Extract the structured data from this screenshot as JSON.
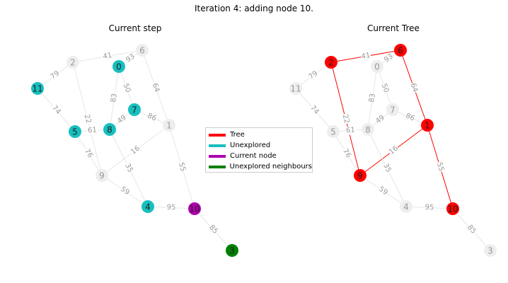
{
  "title": "Iteration 4: adding node 10.",
  "panels": [
    {
      "title": "Current step"
    },
    {
      "title": "Current Tree"
    }
  ],
  "legend": [
    {
      "label": "Tree",
      "color": "#ff0000"
    },
    {
      "label": "Unexplored",
      "color": "#17bfbf"
    },
    {
      "label": "Current node",
      "color": "#b000b0"
    },
    {
      "label": "Unexplored neighbours",
      "color": "#007f00"
    }
  ],
  "colors": {
    "default_node": "#eeeeee",
    "default_edge": "#e6e6e6",
    "tree": "#ff0000",
    "unexplored": "#17bfbf",
    "current": "#b000b0",
    "neighbour": "#007f00"
  },
  "nodes": [
    "0",
    "1",
    "2",
    "3",
    "4",
    "5",
    "6",
    "7",
    "8",
    "9",
    "10",
    "11"
  ],
  "edges": [
    {
      "a": "2",
      "b": "6",
      "w": "41"
    },
    {
      "a": "6",
      "b": "0",
      "w": "93"
    },
    {
      "a": "2",
      "b": "11",
      "w": "79"
    },
    {
      "a": "2",
      "b": "9",
      "w": "22"
    },
    {
      "a": "6",
      "b": "1",
      "w": "64"
    },
    {
      "a": "0",
      "b": "7",
      "w": "50"
    },
    {
      "a": "0",
      "b": "8",
      "w": "83"
    },
    {
      "a": "11",
      "b": "5",
      "w": "74"
    },
    {
      "a": "7",
      "b": "8",
      "w": "49"
    },
    {
      "a": "7",
      "b": "1",
      "w": "86"
    },
    {
      "a": "5",
      "b": "8",
      "w": "61"
    },
    {
      "a": "5",
      "b": "9",
      "w": "76"
    },
    {
      "a": "9",
      "b": "1",
      "w": "16"
    },
    {
      "a": "8",
      "b": "4",
      "w": "35"
    },
    {
      "a": "9",
      "b": "4",
      "w": "59"
    },
    {
      "a": "1",
      "b": "10",
      "w": "55"
    },
    {
      "a": "4",
      "b": "10",
      "w": "95"
    },
    {
      "a": "10",
      "b": "3",
      "w": "85"
    }
  ],
  "left_state": {
    "node_colors": {
      "0": "unexplored",
      "5": "unexplored",
      "7": "unexplored",
      "8": "unexplored",
      "11": "unexplored",
      "4": "unexplored",
      "10": "current",
      "3": "neighbour"
    },
    "tree_edges": []
  },
  "right_state": {
    "node_colors": {
      "2": "tree",
      "6": "tree",
      "1": "tree",
      "9": "tree",
      "10": "tree"
    },
    "tree_edges": [
      [
        "2",
        "6"
      ],
      [
        "2",
        "9"
      ],
      [
        "6",
        "1"
      ],
      [
        "9",
        "1"
      ],
      [
        "1",
        "10"
      ]
    ]
  }
}
